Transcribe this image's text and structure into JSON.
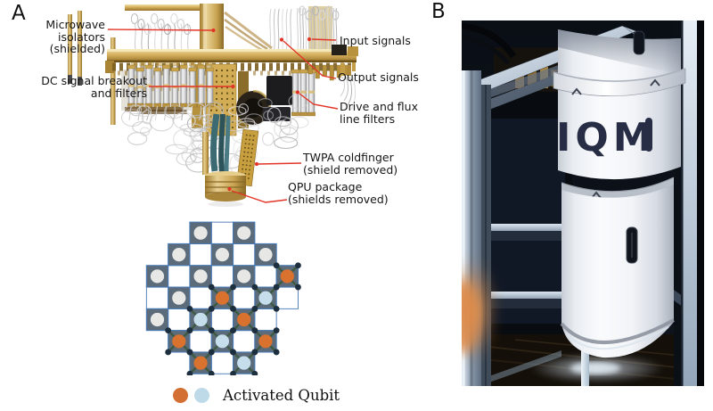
{
  "figure": {
    "background": "#ffffff",
    "panel_a_label": "A",
    "panel_b_label": "B"
  },
  "panel_a": {
    "annotation_color": "#e23527",
    "annotations": {
      "microwave": {
        "text": "Microwave\nisolators\n(shielded)"
      },
      "dc": {
        "text": "DC signal breakout\nand filters"
      },
      "input": {
        "text": "Input signals"
      },
      "output": {
        "text": "Output signals"
      },
      "drive": {
        "text": "Drive and flux\nline filters"
      },
      "twpa": {
        "text": "TWPA coldfinger\n(shield removed)"
      },
      "qpu": {
        "text": "QPU package\n(shields removed)"
      }
    },
    "lattice": {
      "rows": 7,
      "cols": 7,
      "squares": [
        {
          "r": 0,
          "c": 2,
          "state": "idle"
        },
        {
          "r": 0,
          "c": 4,
          "state": "idle"
        },
        {
          "r": 1,
          "c": 1,
          "state": "idle"
        },
        {
          "r": 1,
          "c": 3,
          "state": "idle"
        },
        {
          "r": 1,
          "c": 5,
          "state": "idle"
        },
        {
          "r": 2,
          "c": 0,
          "state": "idle"
        },
        {
          "r": 2,
          "c": 2,
          "state": "idle"
        },
        {
          "r": 2,
          "c": 4,
          "state": "idle"
        },
        {
          "r": 2,
          "c": 6,
          "state": "orange"
        },
        {
          "r": 3,
          "c": 1,
          "state": "idle"
        },
        {
          "r": 3,
          "c": 3,
          "state": "orange"
        },
        {
          "r": 3,
          "c": 5,
          "state": "blue"
        },
        {
          "r": 4,
          "c": 0,
          "state": "idle"
        },
        {
          "r": 4,
          "c": 2,
          "state": "blue"
        },
        {
          "r": 4,
          "c": 4,
          "state": "orange"
        },
        {
          "r": 5,
          "c": 1,
          "state": "orange"
        },
        {
          "r": 5,
          "c": 3,
          "state": "blue"
        },
        {
          "r": 5,
          "c": 5,
          "state": "orange"
        },
        {
          "r": 6,
          "c": 2,
          "state": "orange"
        },
        {
          "r": 6,
          "c": 4,
          "state": "blue"
        }
      ],
      "outlined_empty_cells": [
        {
          "r": 0,
          "c": 3
        },
        {
          "r": 1,
          "c": 2
        },
        {
          "r": 1,
          "c": 4
        },
        {
          "r": 2,
          "c": 1
        },
        {
          "r": 2,
          "c": 3
        },
        {
          "r": 2,
          "c": 5
        },
        {
          "r": 3,
          "c": 0
        },
        {
          "r": 3,
          "c": 2
        },
        {
          "r": 3,
          "c": 4
        },
        {
          "r": 3,
          "c": 6
        },
        {
          "r": 4,
          "c": 1
        },
        {
          "r": 4,
          "c": 3
        },
        {
          "r": 4,
          "c": 5
        },
        {
          "r": 5,
          "c": 2
        },
        {
          "r": 5,
          "c": 4
        },
        {
          "r": 6,
          "c": 3
        }
      ],
      "colors": {
        "square": "#5b6b7a",
        "border": "#4879b4",
        "idle_circle": "#e7e7e5",
        "active_orange": "#d9712f",
        "active_blue": "#c6deeb",
        "coupler_dot": "#1d2e3e",
        "coupler_line": "#3f5a42"
      }
    },
    "legend": {
      "label": "Activated Qubit",
      "orange": "#d46f33",
      "blue": "#bedae9"
    }
  },
  "panel_b": {
    "logo_text": "IQM"
  }
}
